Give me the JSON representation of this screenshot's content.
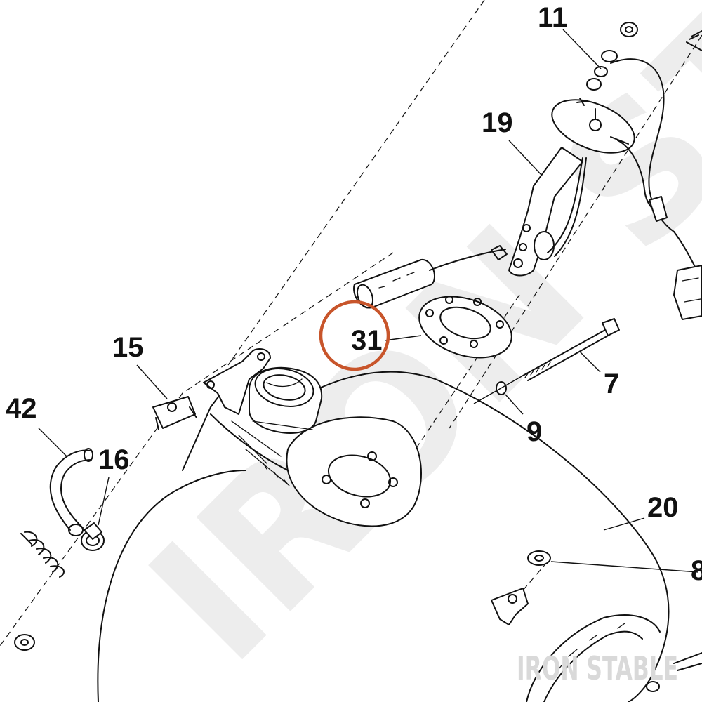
{
  "diagram": {
    "labels": [
      "11",
      "19",
      "31",
      "15",
      "42",
      "16",
      "7",
      "9",
      "20",
      "8"
    ],
    "highlighted_label": "31",
    "highlight_color": "#c8552b",
    "watermark_main": "IRON ST",
    "watermark_corner": "IRON STABLE"
  }
}
